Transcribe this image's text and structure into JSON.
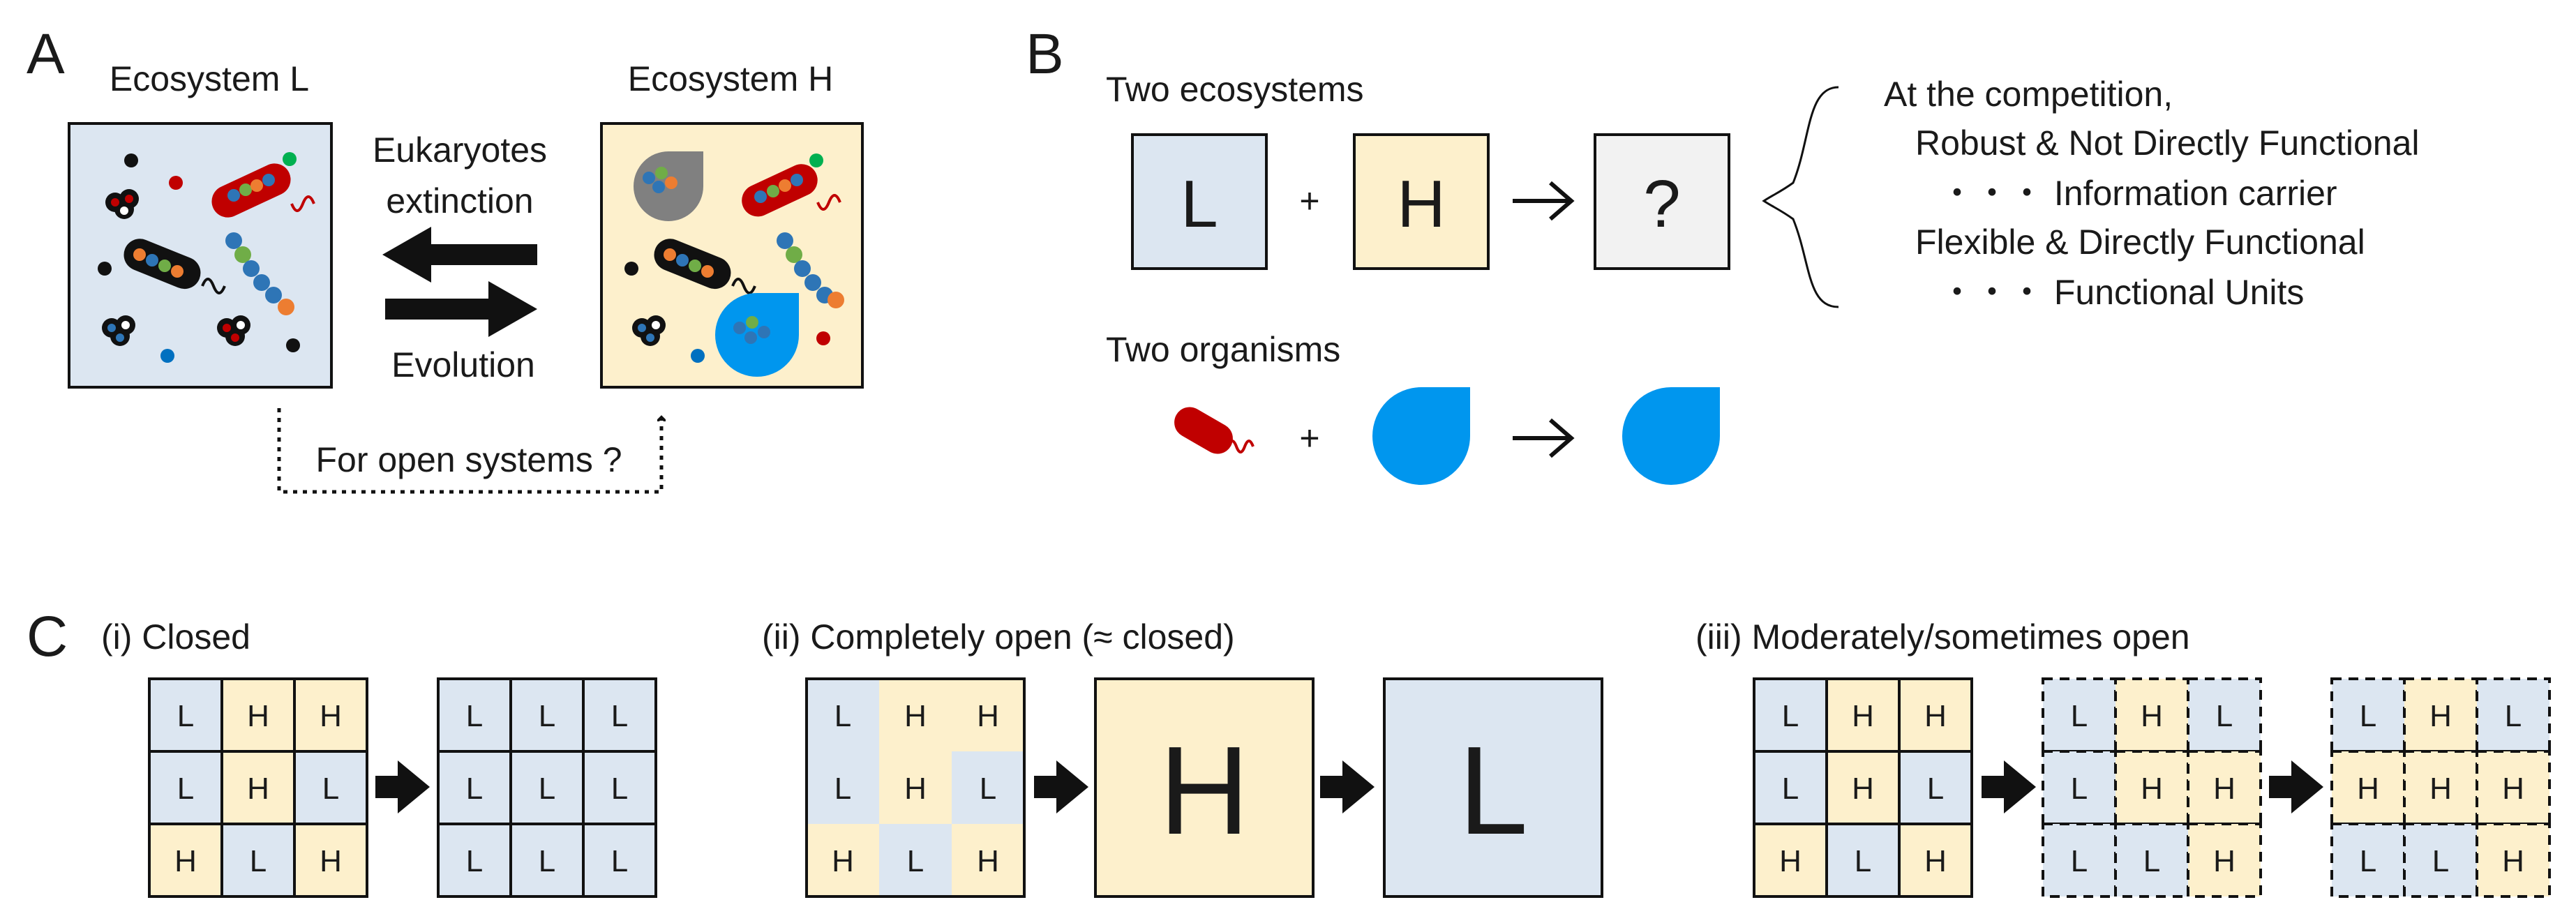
{
  "panel_a": {
    "letter": "A",
    "eco_l_title": "Ecosystem L",
    "eco_h_title": "Ecosystem H",
    "arrow_left_line1": "Eukaryotes",
    "arrow_left_line2": "extinction",
    "arrow_right_label": "Evolution",
    "open_question": "For open systems ?"
  },
  "panel_b": {
    "letter": "B",
    "two_ecosystems": "Two ecosystems",
    "box_l": "L",
    "plus": "+",
    "box_h": "H",
    "result": "?",
    "two_organisms": "Two organisms",
    "competition": [
      "At the competition,",
      "Robust & Not Directly Functional",
      "・・・ Information carrier",
      "Flexible & Directly Functional",
      "・・・ Functional Units"
    ]
  },
  "panel_c": {
    "letter": "C",
    "closed_label": "(i) Closed",
    "open_label": "(ii) Completely open (≈ closed)",
    "moderate_label": "(iii) Moderately/sometimes open",
    "closed_start": [
      [
        "L",
        "H",
        "H"
      ],
      [
        "L",
        "H",
        "L"
      ],
      [
        "H",
        "L",
        "H"
      ]
    ],
    "closed_end": [
      [
        "L",
        "L",
        "L"
      ],
      [
        "L",
        "L",
        "L"
      ],
      [
        "L",
        "L",
        "L"
      ]
    ],
    "open_start": [
      [
        "L",
        "H",
        "H"
      ],
      [
        "L",
        "H",
        "L"
      ],
      [
        "H",
        "L",
        "H"
      ]
    ],
    "open_mid": "H",
    "open_end": "L",
    "moderate_start": [
      [
        "L",
        "H",
        "H"
      ],
      [
        "L",
        "H",
        "L"
      ],
      [
        "H",
        "L",
        "H"
      ]
    ],
    "moderate_mid": [
      [
        "L",
        "H",
        "L"
      ],
      [
        "L",
        "H",
        "H"
      ],
      [
        "L",
        "L",
        "H"
      ]
    ],
    "moderate_end": [
      [
        "L",
        "H",
        "L"
      ],
      [
        "H",
        "H",
        "H"
      ],
      [
        "L",
        "L",
        "H"
      ]
    ]
  },
  "colors": {
    "ecosystem_l": "#dce6f1",
    "ecosystem_h": "#fdf0cc",
    "result_box": "#f2f2f2",
    "bacterium_red": "#c00000",
    "eukaryote_blue": "#0096ee",
    "gray_cell": "#808080"
  },
  "icons": {
    "organism_small": "red-bacterium-icon",
    "organism_large": "blue-droplet-cell-icon"
  }
}
